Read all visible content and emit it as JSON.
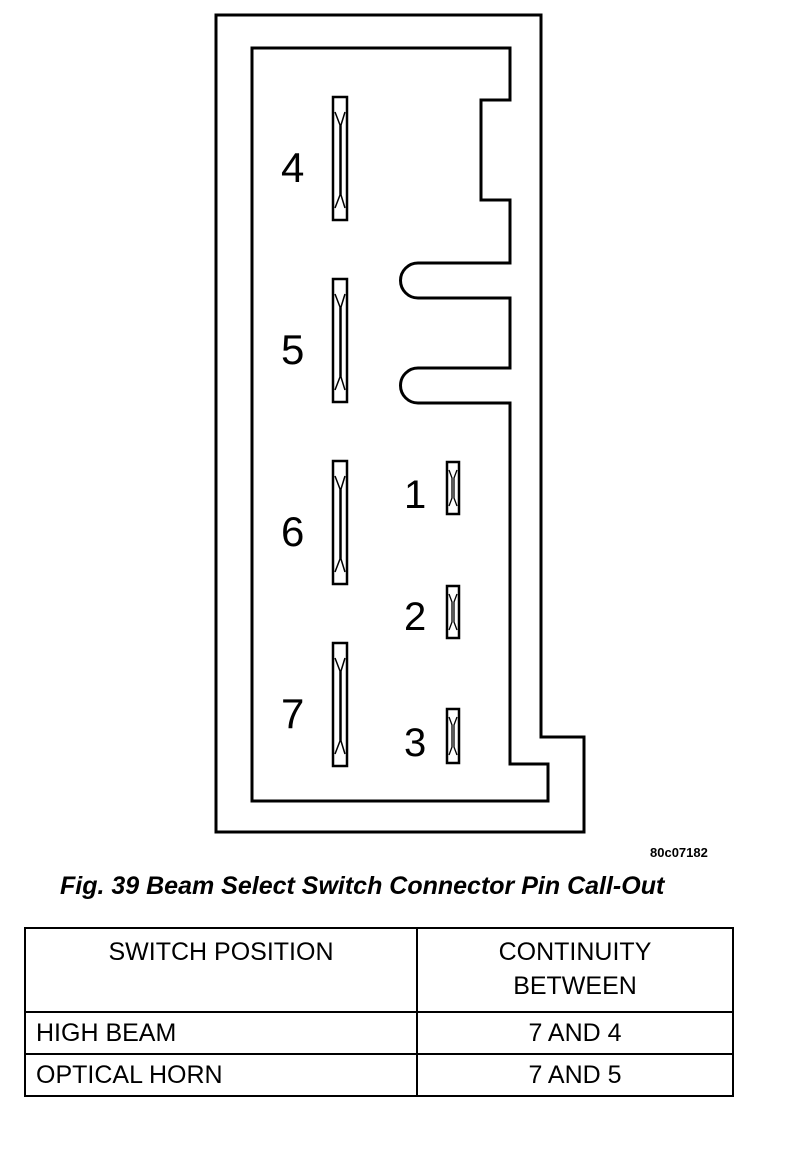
{
  "connector": {
    "pins": [
      {
        "id": "4",
        "label": "4"
      },
      {
        "id": "5",
        "label": "5"
      },
      {
        "id": "6",
        "label": "6"
      },
      {
        "id": "7",
        "label": "7"
      },
      {
        "id": "1",
        "label": "1"
      },
      {
        "id": "2",
        "label": "2"
      },
      {
        "id": "3",
        "label": "3"
      }
    ]
  },
  "figure": {
    "ref_code": "80c07182",
    "caption": "Fig. 39 Beam Select Switch Connector Pin Call-Out"
  },
  "table": {
    "headers": {
      "col1": "SWITCH POSITION",
      "col2_line1": "CONTINUITY",
      "col2_line2": "BETWEEN"
    },
    "rows": [
      {
        "position": "HIGH BEAM",
        "continuity": "7 AND 4"
      },
      {
        "position": "OPTICAL HORN",
        "continuity": "7 AND 5"
      }
    ]
  }
}
